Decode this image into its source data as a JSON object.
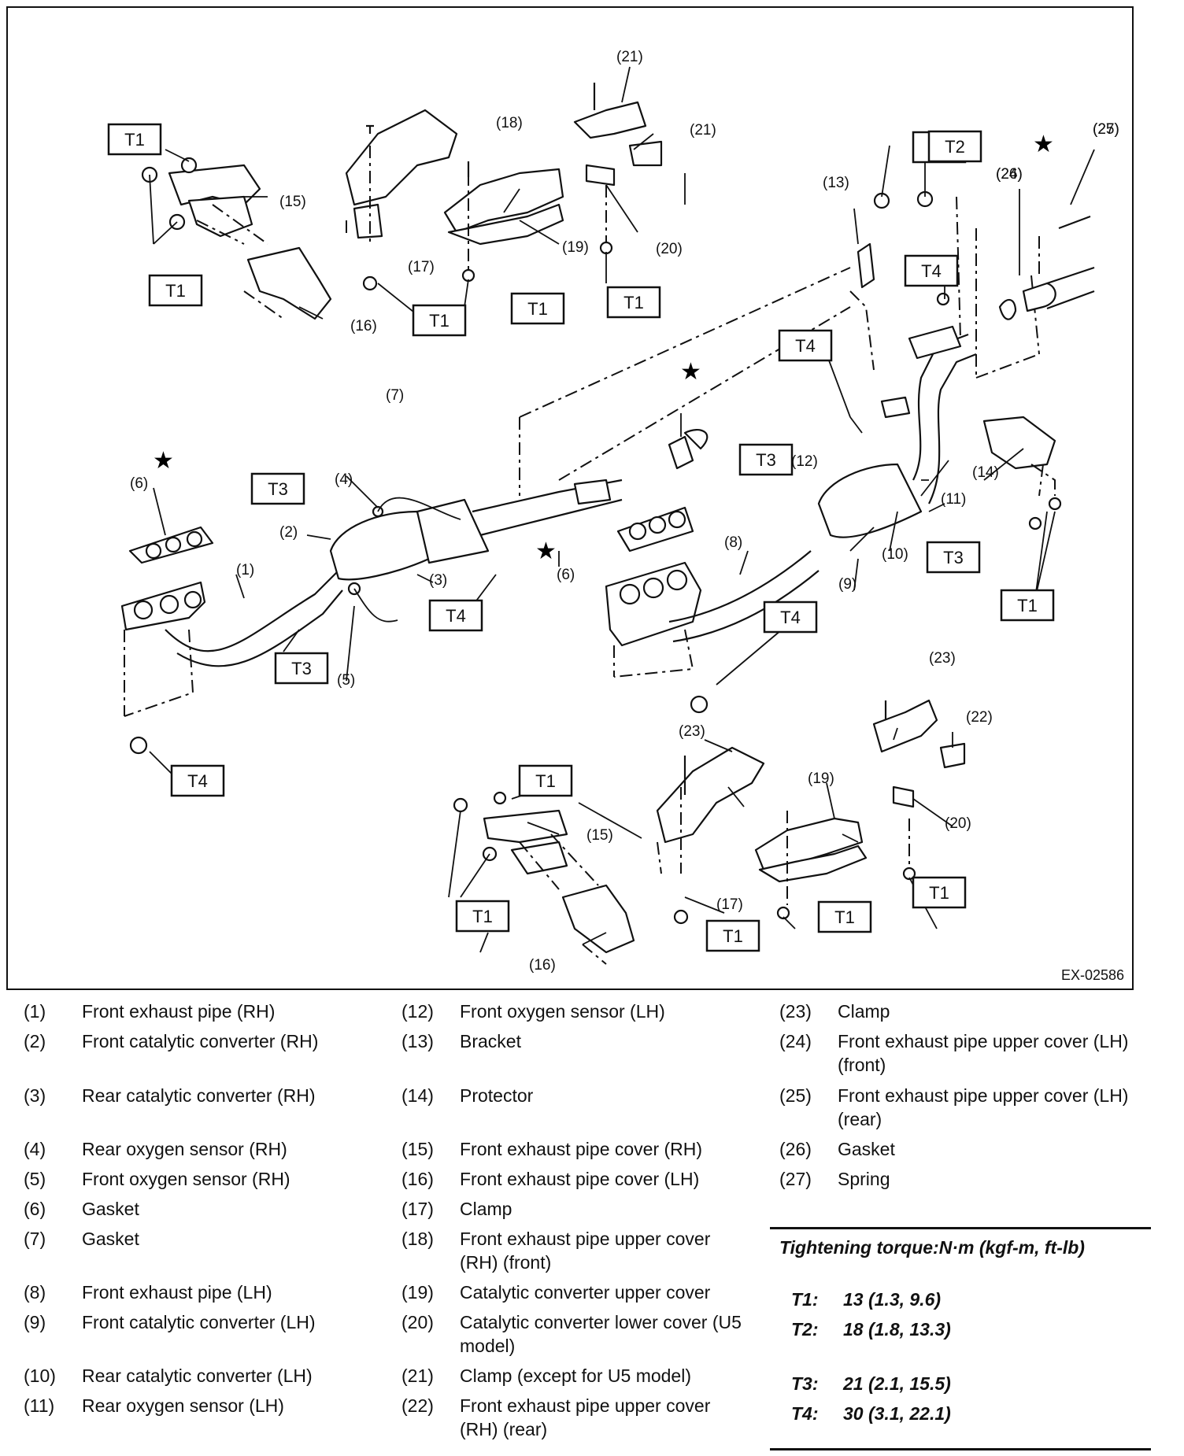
{
  "figure_id": "EX-02586",
  "callouts": [
    "(1)",
    "(2)",
    "(3)",
    "(4)",
    "(5)",
    "(6)",
    "(6)",
    "(7)",
    "(8)",
    "(9)",
    "(10)",
    "(11)",
    "(12)",
    "(13)",
    "(14)",
    "(15)",
    "(15)",
    "(16)",
    "(16)",
    "(17)",
    "(17)",
    "(18)",
    "(19)",
    "(19)",
    "(20)",
    "(20)",
    "(21)",
    "(21)",
    "(22)",
    "(23)",
    "(23)",
    "(24)",
    "(25)",
    "(26)",
    "(27)"
  ],
  "torque_tags": [
    "T1",
    "T2",
    "T3",
    "T4"
  ],
  "legend": [
    {
      "num": "(1)",
      "desc": "Front exhaust pipe (RH)"
    },
    {
      "num": "(2)",
      "desc": "Front catalytic converter (RH)"
    },
    {
      "num": "(3)",
      "desc": "Rear catalytic converter (RH)"
    },
    {
      "num": "(4)",
      "desc": "Rear oxygen sensor (RH)"
    },
    {
      "num": "(5)",
      "desc": "Front oxygen sensor (RH)"
    },
    {
      "num": "(6)",
      "desc": "Gasket"
    },
    {
      "num": "(7)",
      "desc": "Gasket"
    },
    {
      "num": "(8)",
      "desc": "Front exhaust pipe (LH)"
    },
    {
      "num": "(9)",
      "desc": "Front catalytic converter (LH)"
    },
    {
      "num": "(10)",
      "desc": "Rear catalytic converter (LH)"
    },
    {
      "num": "(11)",
      "desc": "Rear oxygen sensor (LH)"
    },
    {
      "num": "(12)",
      "desc": "Front oxygen sensor (LH)"
    },
    {
      "num": "(13)",
      "desc": "Bracket"
    },
    {
      "num": "(14)",
      "desc": "Protector"
    },
    {
      "num": "(15)",
      "desc": "Front exhaust pipe cover (RH)"
    },
    {
      "num": "(16)",
      "desc": "Front exhaust pipe cover (LH)"
    },
    {
      "num": "(17)",
      "desc": "Clamp"
    },
    {
      "num": "(18)",
      "desc": "Front exhaust pipe upper cover (RH) (front)"
    },
    {
      "num": "(19)",
      "desc": "Catalytic converter upper cover"
    },
    {
      "num": "(20)",
      "desc": "Catalytic converter lower cover (U5 model)"
    },
    {
      "num": "(21)",
      "desc": "Clamp (except for U5 model)"
    },
    {
      "num": "(22)",
      "desc": "Front exhaust pipe upper cover (RH) (rear)"
    },
    {
      "num": "(23)",
      "desc": "Clamp"
    },
    {
      "num": "(24)",
      "desc": "Front exhaust pipe upper cover (LH) (front)"
    },
    {
      "num": "(25)",
      "desc": "Front exhaust pipe upper cover (LH) (rear)"
    },
    {
      "num": "(26)",
      "desc": "Gasket"
    },
    {
      "num": "(27)",
      "desc": "Spring"
    }
  ],
  "torque": {
    "heading": "Tightening torque:N·m (kgf-m, ft-lb)",
    "items": [
      {
        "key": "T1:",
        "value": "13 (1.3, 9.6)"
      },
      {
        "key": "T2:",
        "value": "18 (1.8, 13.3)"
      },
      {
        "key": "T3:",
        "value": "21 (2.1, 15.5)"
      },
      {
        "key": "T4:",
        "value": "30 (3.1, 22.1)"
      }
    ]
  }
}
